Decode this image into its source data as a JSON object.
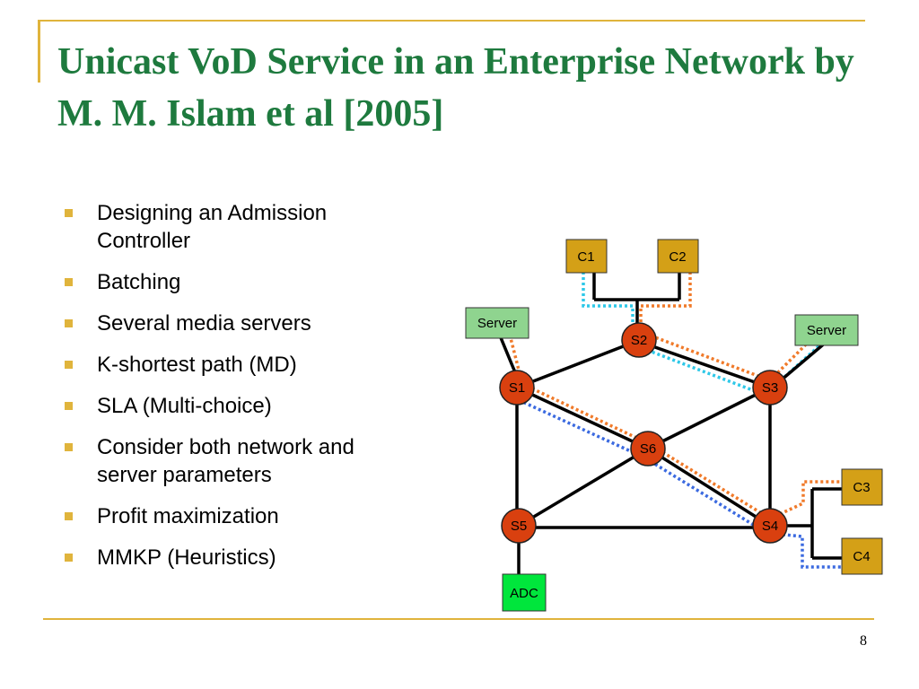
{
  "slide": {
    "title": "Unicast VoD Service in an Enterprise Network by M. M. Islam et al [2005]",
    "page_number": "8"
  },
  "bullets": [
    "Designing an Admission Controller",
    "Batching",
    "Several media servers",
    "K-shortest path (MD)",
    "SLA (Multi-choice)",
    "Consider both network and server parameters",
    "Profit maximization",
    "MMKP (Heuristics)"
  ],
  "diagram": {
    "colors": {
      "switch_fill": "#d9400f",
      "client_fill": "#d4a017",
      "server_fill": "#8fd48f",
      "adc_fill": "#00e63c",
      "path_orange": "#f07a2a",
      "path_cyan": "#2ec8e8",
      "path_blue": "#3b6ae0",
      "link": "#000000"
    },
    "switches": {
      "s1": "S1",
      "s2": "S2",
      "s3": "S3",
      "s4": "S4",
      "s5": "S5",
      "s6": "S6"
    },
    "clients": {
      "c1": "C1",
      "c2": "C2",
      "c3": "C3",
      "c4": "C4"
    },
    "servers": {
      "left": "Server",
      "right": "Server"
    },
    "adc": "ADC"
  }
}
